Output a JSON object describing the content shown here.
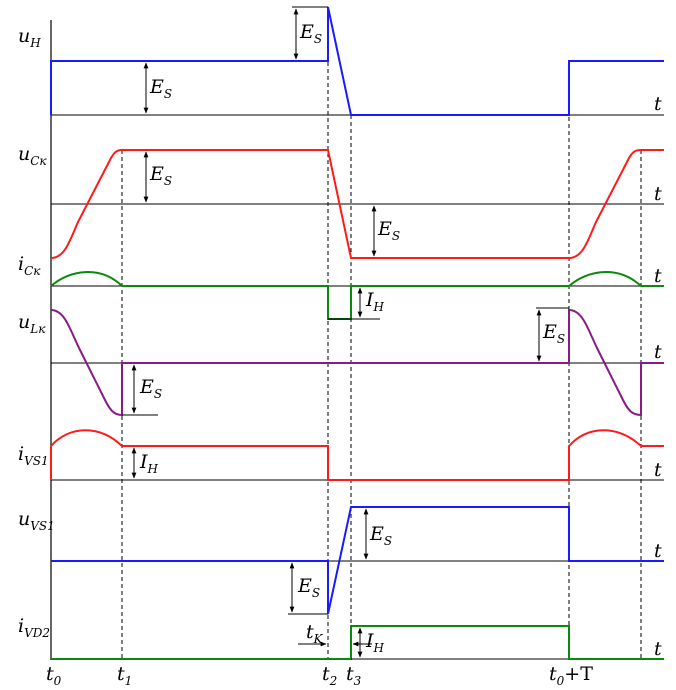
{
  "colors": {
    "blue": "#1a1aff",
    "red": "#ff1a1a",
    "green": "#0a8a0a",
    "purple": "#8a1a8a",
    "black": "#000000"
  },
  "axis_symbol": "t",
  "signals": [
    {
      "name": "u",
      "sub": "H"
    },
    {
      "name": "u",
      "sub": "Ск"
    },
    {
      "name": "i",
      "sub": "Ск"
    },
    {
      "name": "u",
      "sub": "Lк"
    },
    {
      "name": "i",
      "sub": "VS1"
    },
    {
      "name": "u",
      "sub": "VS1"
    },
    {
      "name": "i",
      "sub": "VD2"
    }
  ],
  "annotations": {
    "es_main": "E",
    "es_sub": "S",
    "ih_main": "I",
    "ih_sub": "H",
    "tk_main": "t",
    "tk_sub": "K"
  },
  "time_labels": [
    {
      "main": "t",
      "sub": "0",
      "suffix": ""
    },
    {
      "main": "t",
      "sub": "1",
      "suffix": ""
    },
    {
      "main": "t",
      "sub": "2",
      "suffix": ""
    },
    {
      "main": "t",
      "sub": "3",
      "suffix": ""
    },
    {
      "main": "t",
      "sub": "0",
      "suffix": "+T"
    }
  ]
}
